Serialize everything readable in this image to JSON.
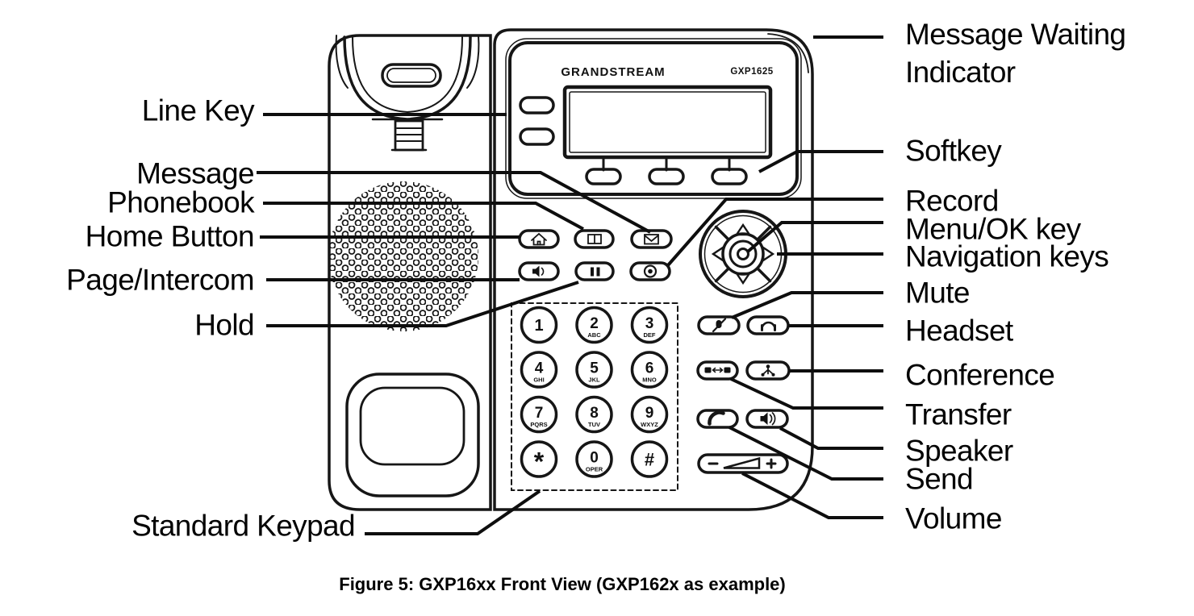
{
  "figure": {
    "caption": "Figure 5: GXP16xx Front View (GXP162x as example)"
  },
  "phone": {
    "brand": "GRANDSTREAM",
    "model": "GXP1625"
  },
  "callouts": {
    "left": [
      {
        "text": "Line Key"
      },
      {
        "text": "Message"
      },
      {
        "text": "Phonebook"
      },
      {
        "text": "Home Button"
      },
      {
        "text": "Page/Intercom"
      },
      {
        "text": "Hold"
      },
      {
        "text": "Standard Keypad"
      }
    ],
    "right": [
      {
        "text": "Message Waiting Indicator"
      },
      {
        "text": "Softkey"
      },
      {
        "text": "Record"
      },
      {
        "text": "Menu/OK key"
      },
      {
        "text": "Navigation keys"
      },
      {
        "text": "Mute"
      },
      {
        "text": "Headset"
      },
      {
        "text": "Conference"
      },
      {
        "text": "Transfer"
      },
      {
        "text": "Speaker"
      },
      {
        "text": "Send"
      },
      {
        "text": "Volume"
      }
    ]
  },
  "keypad": {
    "keys": [
      {
        "digit": "1",
        "letters": ""
      },
      {
        "digit": "2",
        "letters": "ABC"
      },
      {
        "digit": "3",
        "letters": "DEF"
      },
      {
        "digit": "4",
        "letters": "GHI"
      },
      {
        "digit": "5",
        "letters": "JKL"
      },
      {
        "digit": "6",
        "letters": "MNO"
      },
      {
        "digit": "7",
        "letters": "PQRS"
      },
      {
        "digit": "8",
        "letters": "TUV"
      },
      {
        "digit": "9",
        "letters": "WXYZ"
      },
      {
        "digit": "*",
        "letters": ""
      },
      {
        "digit": "0",
        "letters": "OPER"
      },
      {
        "digit": "#",
        "letters": ""
      }
    ]
  },
  "colors": {
    "ink": "#111111",
    "background": "#ffffff"
  }
}
